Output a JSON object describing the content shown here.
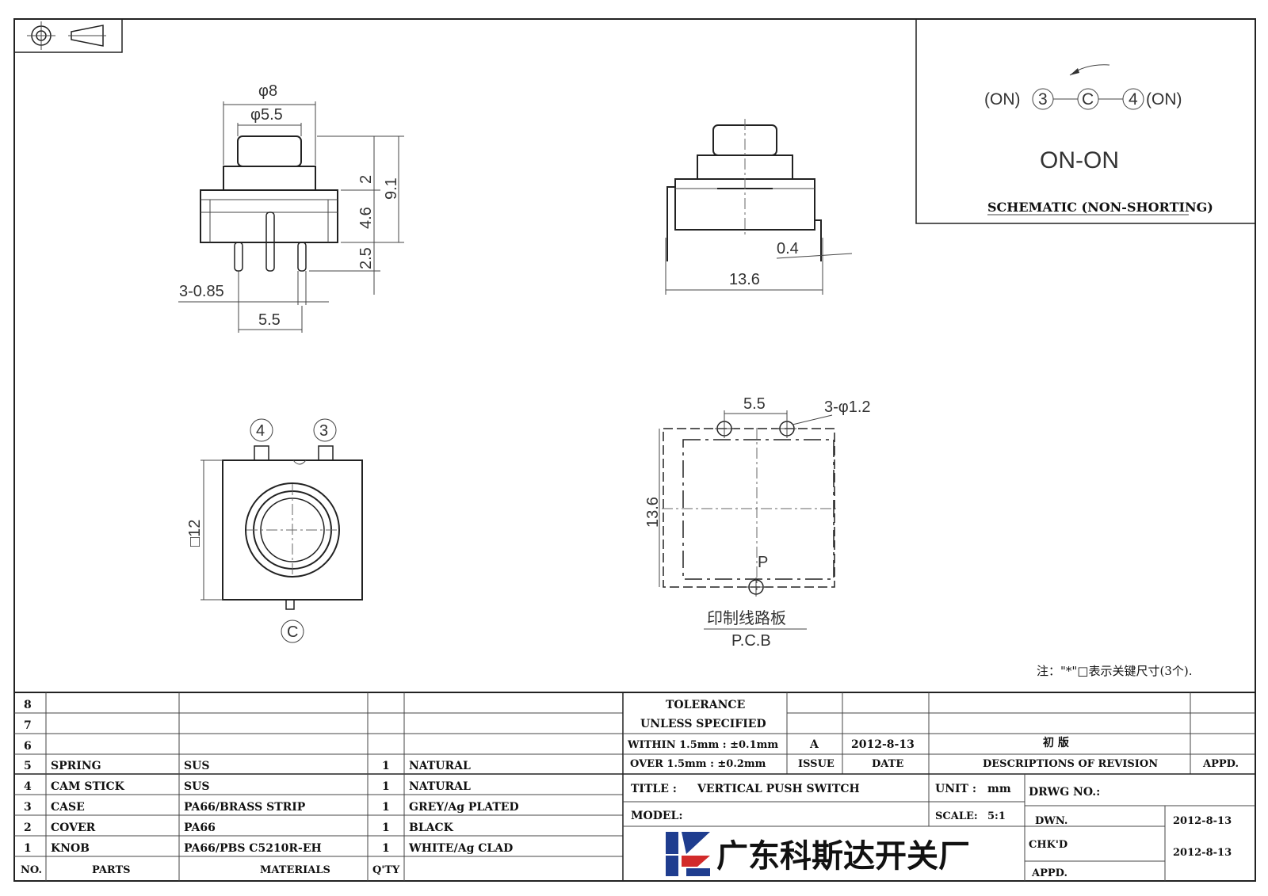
{
  "title_block": {
    "tolerance_line1": "TOLERANCE",
    "tolerance_line2": "UNLESS  SPECIFIED",
    "tolerance_within": "WITHIN 1.5mm : ±0.1mm",
    "tolerance_over": "OVER 1.5mm : ±0.2mm",
    "issue_label": "ISSUE",
    "date_label": "DATE",
    "description_label": "DESCRIPTIONS OF REVISION",
    "appd_label": "APPD.",
    "revision_issue": "A",
    "revision_date": "2012-8-13",
    "revision_desc": "初  版",
    "title_label": "TITLE :",
    "title_value": "VERTICAL PUSH SWITCH",
    "unit_label": "UNIT :",
    "unit_value": "mm",
    "drwg_no_label": "DRWG NO.:",
    "model_label": "MODEL:",
    "scale_label": "SCALE:",
    "scale_value": "5:1",
    "dwn_label": "DWN.",
    "dwn_date": "2012-8-13",
    "chkd_label": "CHK'D",
    "chkd_date": "2012-8-13",
    "appd_row_label": "APPD.",
    "company": "广东科斯达开关厂"
  },
  "parts_table": {
    "headers": {
      "no": "NO.",
      "parts": "PARTS",
      "materials": "MATERIALS",
      "qty": "Q'TY"
    },
    "rows": [
      {
        "no": "8",
        "part": "",
        "material": "",
        "qty": "",
        "finish": ""
      },
      {
        "no": "7",
        "part": "",
        "material": "",
        "qty": "",
        "finish": ""
      },
      {
        "no": "6",
        "part": "",
        "material": "",
        "qty": "",
        "finish": ""
      },
      {
        "no": "5",
        "part": "SPRING",
        "material": "SUS",
        "qty": "1",
        "finish": "NATURAL"
      },
      {
        "no": "4",
        "part": "CAM STICK",
        "material": "SUS",
        "qty": "1",
        "finish": "NATURAL"
      },
      {
        "no": "3",
        "part": "CASE",
        "material": "PA66/BRASS STRIP",
        "qty": "1",
        "finish": "GREY/Ag PLATED"
      },
      {
        "no": "2",
        "part": "COVER",
        "material": "PA66",
        "qty": "1",
        "finish": "BLACK"
      },
      {
        "no": "1",
        "part": "KNOB",
        "material": "PA66/PBS C5210R-EH",
        "qty": "1",
        "finish": "WHITE/Ag CLAD"
      }
    ]
  },
  "schematic": {
    "on_left": "(ON)",
    "on_right": "(ON)",
    "pin3": "3",
    "pin4": "4",
    "common": "C",
    "mode": "ON-ON",
    "caption": "SCHEMATIC (NON-SHORTING)"
  },
  "front_view": {
    "dia_outer": "φ8",
    "dia_inner": "φ5.5",
    "h_knob": "2",
    "h_body": "4.6",
    "h_pin": "2.5",
    "h_total": "9.1",
    "pins": "3-0.85",
    "pitch": "5.5"
  },
  "side_view": {
    "thickness": "0.4",
    "width": "13.6"
  },
  "top_view": {
    "pin4": "4",
    "pin3": "3",
    "common": "C",
    "square": "□12"
  },
  "pcb_view": {
    "pitch": "5.5",
    "holes": "3-φ1.2",
    "size": "13.6",
    "p_label": "P",
    "caption_cn": "印制线路板",
    "caption_en": "P.C.B"
  },
  "note": "注：\"*\"□表示关键尺寸(3个)."
}
